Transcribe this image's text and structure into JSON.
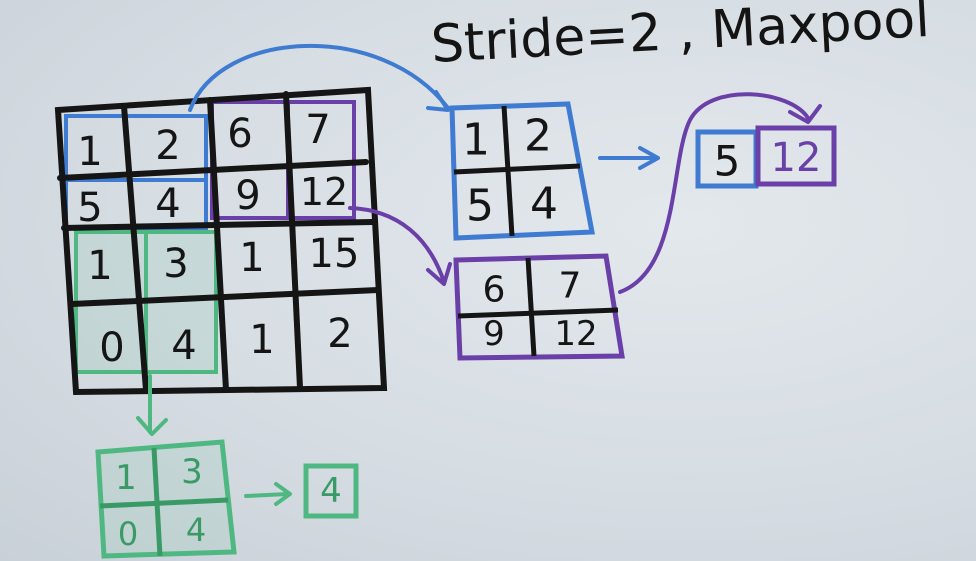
{
  "title": "Stride=2 , Maxpool",
  "input_grid": {
    "rows": [
      [
        "1",
        "2",
        "6",
        "7"
      ],
      [
        "5",
        "4",
        "9",
        "12"
      ],
      [
        "1",
        "3",
        "1",
        "15"
      ],
      [
        "0",
        "4",
        "1",
        "2"
      ]
    ]
  },
  "blue_window": {
    "rows": [
      [
        "1",
        "2"
      ],
      [
        "5",
        "4"
      ]
    ],
    "max": "5"
  },
  "purple_window": {
    "rows": [
      [
        "6",
        "7"
      ],
      [
        "9",
        "12"
      ]
    ],
    "max": "12"
  },
  "green_window": {
    "rows": [
      [
        "1",
        "3"
      ],
      [
        "0",
        "4"
      ]
    ],
    "max": "4"
  },
  "colors": {
    "ink": "#151515",
    "blue": "#3f7bd0",
    "purple": "#6b3fa8",
    "green": "#4fb882"
  }
}
